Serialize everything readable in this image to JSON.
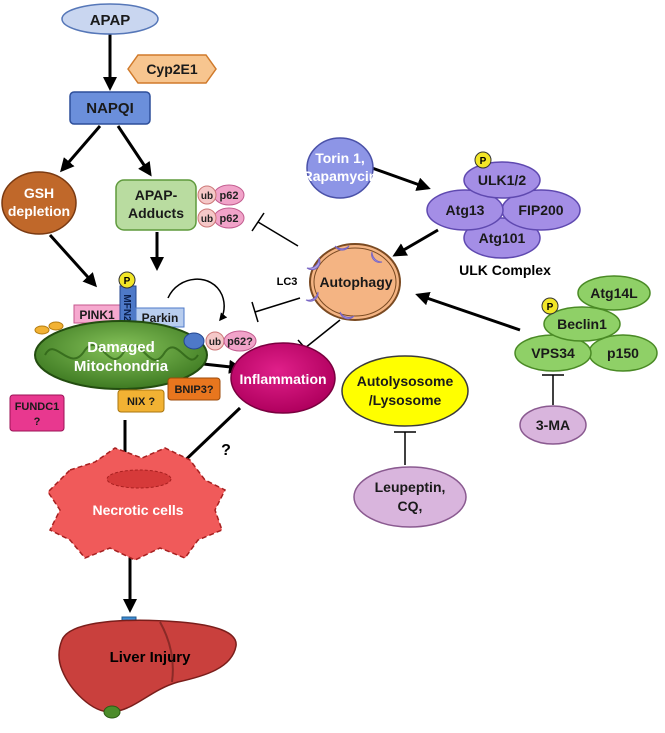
{
  "nodes": {
    "apap": "APAP",
    "cyp2e1": "Cyp2E1",
    "napqi": "NAPQI",
    "gsh_depletion": [
      "GSH",
      "depletion"
    ],
    "apap_adducts": [
      "APAP-",
      "Adducts"
    ],
    "ub": "ub",
    "p62": "p62",
    "p62_question": "p62?",
    "p_marker": "P",
    "pink1": "PINK1",
    "mfn2": "MFN2",
    "parkin": "Parkin",
    "damaged_mito": [
      "Damaged",
      "Mitochondria"
    ],
    "fundc1": [
      "FUNDC1",
      "?"
    ],
    "nix": "NIX ?",
    "bnip3": "BNIP3?",
    "inflammation": "Inflammation",
    "question_mark": "?",
    "autophagy": "Autophagy",
    "lc3": "LC3",
    "torin": [
      "Torin 1,",
      "Rapamycin"
    ],
    "ulk12": "ULK1/2",
    "atg13": "Atg13",
    "fip200": "FIP200",
    "atg101": "Atg101",
    "ulk_complex": "ULK Complex",
    "atg14l": "Atg14L",
    "beclin1": "Beclin1",
    "vps34": "VPS34",
    "p150": "p150",
    "three_ma": "3-MA",
    "autolysosome": [
      "Autolysosome",
      "/Lysosome"
    ],
    "leupeptin": [
      "Leupeptin,",
      "CQ,"
    ],
    "necrotic": "Necrotic cells",
    "liver_injury": "Liver Injury"
  },
  "colors": {
    "apap": "#c9d6f0",
    "cyp2e1": "#f7c58f",
    "napqi": "#6b8fdb",
    "gsh": "#c0682a",
    "adducts": "#b9dca0",
    "ub": "#f5c8c8",
    "p62": "#f1a3c9",
    "pink1": "#f6a9cf",
    "mfn2": "#4e79c8",
    "parkin": "#b8cdee",
    "mito": "#4c8c2a",
    "fundc1": "#e8388f",
    "nix": "#f2b233",
    "bnip3": "#e8761e",
    "inflammation": "#c8006f",
    "autophagy": "#f4b483",
    "lc3_crescent": "#b5a7e5",
    "torin": "#8d95e6",
    "ulk": "#a48ee6",
    "beclin": "#8fd067",
    "three_ma": "#d9b5dd",
    "autolysosome": "#ffff00",
    "leupeptin": "#d9b5dd",
    "necrotic": "#f05a5a",
    "liver": "#c9403d",
    "p_yellow": "#f2e627"
  }
}
